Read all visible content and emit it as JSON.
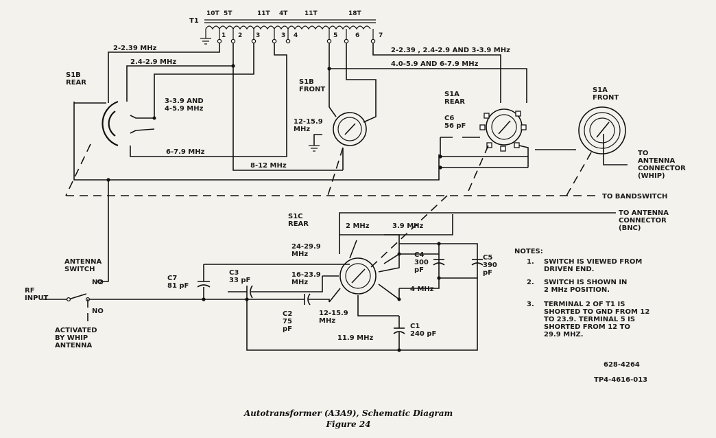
{
  "figure": {
    "caption_title": "Autotransformer (A3A9), Schematic Diagram",
    "caption_number": "Figure 24",
    "ref_code_1": "628-4264",
    "ref_code_2": "TP4-4616-013"
  },
  "transformer": {
    "name": "T1",
    "winding_labels": [
      "10T",
      "5T",
      "11T",
      "4T",
      "11T",
      "18T"
    ],
    "tap_numbers": [
      "1",
      "2",
      "3",
      "3",
      "4",
      "5",
      "6",
      "7"
    ]
  },
  "switches": {
    "s1b_rear": "S1B\nREAR",
    "s1b_front": "S1B\nFRONT",
    "s1a_rear": "S1A\nREAR",
    "s1a_front": "S1A\nFRONT",
    "s1c_rear": "S1C\nREAR",
    "antenna_switch": "ANTENNA\nSWITCH"
  },
  "bands": {
    "b1": "2-2.39 MHz",
    "b2": "2.4-2.9 MHz",
    "b3": "3-3.9 AND\n4-5.9 MHz",
    "b4": "6-7.9 MHz",
    "b5": "8-12 MHz",
    "b6": "12-15.9\nMHz",
    "b7": "2-2.39 , 2.4-2.9 AND 3-3.9 MHz",
    "b8": "4.0-5.9 AND 6-7.9 MHz",
    "c1": "2 MHz",
    "c2": "3.9 MHz",
    "c3": "24-29.9\nMHz",
    "c4": "16-23.9\nMHz",
    "c5": "12-15.9\nMHz",
    "c6": "11.9 MHz",
    "c7": "4 MHz"
  },
  "capacitors": {
    "c6": "C6\n56 pF",
    "c7": "C7\n81 pF",
    "c3": "C3\n33 pF",
    "c2": "C2\n75\npF",
    "c4": "C4\n300\npF",
    "c5": "C5\n390\npF",
    "c1": "C1\n240 pF"
  },
  "connections": {
    "to_antenna_whip": "TO\nANTENNA\nCONNECTOR\n(WHIP)",
    "to_bandswitch": "TO BANDSWITCH",
    "to_antenna_bnc": "TO ANTENNA\nCONNECTOR\n(BNC)",
    "rf_input": "RF\nINPUT",
    "no1": "NO",
    "no2": "NO",
    "activated": "ACTIVATED\nBY WHIP\nANTENNA"
  },
  "notes": {
    "heading": "NOTES:",
    "n1_num": "1.",
    "n1": "SWITCH IS VIEWED FROM\nDRIVEN END.",
    "n2_num": "2.",
    "n2": "SWITCH IS SHOWN IN\n2 MHz POSITION.",
    "n3_num": "3.",
    "n3": "TERMINAL 2 OF T1 IS\nSHORTED TO GND FROM 12\nTO 23.9. TERMINAL 5 IS\nSHORTED FROM 12 TO\n29.9 MHZ."
  }
}
